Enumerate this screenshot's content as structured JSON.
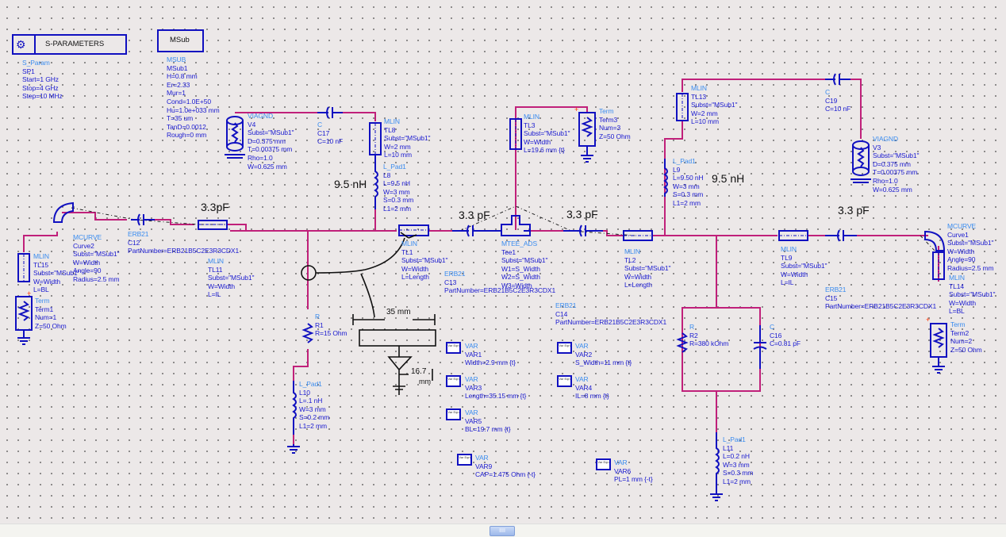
{
  "sparams": {
    "title": "S-PARAMETERS",
    "type": "S_Param",
    "name": "SP1",
    "params": [
      "Start=1 GHz",
      "Stop=4 GHz",
      "Step=10 MHz"
    ]
  },
  "msub": {
    "title": "MSub",
    "type": "MSUB",
    "name": "MSub1",
    "params": [
      "H=0.8 mm",
      "Er=2.33",
      "Mur=1",
      "Cond=1.0E+50",
      "Hu=1.0e+033 mm",
      "T=35 um",
      "TanD=0.0012",
      "Rough=0 mm"
    ]
  },
  "components": {
    "v4": {
      "type": "VIAGND",
      "name": "V4",
      "params": [
        "Subst=\"MSub1\"",
        "D=0.375 mm",
        "T=0.00375 mm",
        "Rho=1.0",
        "W=0.625 mm"
      ]
    },
    "c17": {
      "type": "C",
      "name": "C17",
      "params": [
        "C=10 nF"
      ]
    },
    "tl8": {
      "type": "MLIN",
      "name": "TL8",
      "params": [
        "Subst=\"MSub1\"",
        "W=2 mm",
        "L=10 mm"
      ]
    },
    "l8": {
      "type": "L_Pad1",
      "name": "L8",
      "params": [
        "L=9.5 nH",
        "W=3 mm",
        "S=0.3 mm",
        "L1=2 mm"
      ]
    },
    "tl3": {
      "type": "MLIN",
      "name": "TL3",
      "params": [
        "Subst=\"MSub1\"",
        "W=Width",
        "L=19.6 mm {t}"
      ]
    },
    "term3": {
      "type": "Term",
      "name": "Term3",
      "params": [
        "Num=3",
        "Z=50 Ohm"
      ]
    },
    "tl13": {
      "type": "MLIN",
      "name": "TL13",
      "params": [
        "Subst=\"MSub1\"",
        "W=2 mm",
        "L=10 mm"
      ]
    },
    "c19": {
      "type": "C",
      "name": "C19",
      "params": [
        "C=10 nF"
      ]
    },
    "l9": {
      "type": "L_Pad1",
      "name": "L9",
      "params": [
        "L=9.50 nH",
        "W=3 mm",
        "S=0.3 mm",
        "L1=2 mm"
      ]
    },
    "v3": {
      "type": "VIAGND",
      "name": "V3",
      "params": [
        "Subst=\"MSub1\"",
        "D=0.375 mm",
        "T=0.00375 mm",
        "Rho=1.0",
        "W=0.625 mm"
      ]
    },
    "curve2": {
      "type": "MCURVE",
      "name": "Curve2",
      "params": [
        "Subst=\"MSub1\"",
        "W=Width",
        "Angle=90",
        "Radius=2.5 mm"
      ]
    },
    "tl15": {
      "type": "MLIN",
      "name": "TL15",
      "params": [
        "Subst=\"MSub1\"",
        "W=Width",
        "L=BL"
      ]
    },
    "term1": {
      "type": "Term",
      "name": "Term1",
      "params": [
        "Num=1",
        "Z=50 Ohm"
      ]
    },
    "c12": {
      "type": "ERB21",
      "name": "C12",
      "params": [
        "PartNumber=ERB21B5C2E3R3CDX1"
      ]
    },
    "tl11": {
      "type": "MLIN",
      "name": "TL11",
      "params": [
        "Subst=\"MSub1\"",
        "W=Width",
        "L=IL"
      ]
    },
    "tl1": {
      "type": "MLIN",
      "name": "TL1",
      "params": [
        "Subst=\"MSub1\"",
        "W=Width",
        "L=Length"
      ]
    },
    "c13": {
      "type": "ERB21",
      "name": "C13",
      "params": [
        "PartNumber=ERB21B5C2E3R3CDX1"
      ]
    },
    "tee1": {
      "type": "MTEE_ADS",
      "name": "Tee1",
      "params": [
        "Subst=\"MSub1\"",
        "W1=S_Width",
        "W2=S_Width",
        "W3=Width"
      ]
    },
    "c14": {
      "type": "ERB21",
      "name": "C14",
      "params": [
        "PartNumber=ERB21B5C2E3R3CDX1"
      ]
    },
    "tl2": {
      "type": "MLIN",
      "name": "TL2",
      "params": [
        "Subst=\"MSub1\"",
        "W=Width",
        "L=Length"
      ]
    },
    "tl9": {
      "type": "MLIN",
      "name": "TL9",
      "params": [
        "Subst=\"MSub1\"",
        "W=Width",
        "L=IL"
      ]
    },
    "c15": {
      "type": "ERB21",
      "name": "C15",
      "params": [
        "PartNumber=ERB21B5C2E3R3CDX1"
      ]
    },
    "curve1": {
      "type": "MCURVE",
      "name": "Curve1",
      "params": [
        "Subst=\"MSub1\"",
        "W=Width",
        "Angle=90",
        "Radius=2.5 mm"
      ]
    },
    "tl14": {
      "type": "MLIN",
      "name": "TL14",
      "params": [
        "Subst=\"MSub1\"",
        "W=Width",
        "L=BL"
      ]
    },
    "term2": {
      "type": "Term",
      "name": "Term2",
      "params": [
        "Num=2",
        "Z=50 Ohm"
      ]
    },
    "r1": {
      "type": "R",
      "name": "R1",
      "params": [
        "R=15 Ohm"
      ]
    },
    "l10": {
      "type": "L_Pad1",
      "name": "L10",
      "params": [
        "L=.1 nH",
        "W=3 mm",
        "S=0.2 mm",
        "L1=2 mm"
      ]
    },
    "r2": {
      "type": "R",
      "name": "R2",
      "params": [
        "R=380 kOhm"
      ]
    },
    "c16": {
      "type": "C",
      "name": "C16",
      "params": [
        "C=0.81 pF"
      ]
    },
    "l11": {
      "type": "L_Pad1",
      "name": "L11",
      "params": [
        "L=0.2 nH",
        "W=3 mm",
        "S=0.3 mm",
        "L1=2 mm"
      ]
    }
  },
  "vars": [
    {
      "type": "VAR",
      "name": "VAR1",
      "expr": "Width=2.9 mm {t}"
    },
    {
      "type": "VAR",
      "name": "VAR2",
      "expr": "S_Width=11 mm {t}"
    },
    {
      "type": "VAR",
      "name": "VAR3",
      "expr": "Length=35.15 mm {t}"
    },
    {
      "type": "VAR",
      "name": "VAR4",
      "expr": "IL=8 mm {t}"
    },
    {
      "type": "VAR",
      "name": "VAR5",
      "expr": "BL=19.7 mm {t}"
    },
    {
      "type": "VAR",
      "name": "VAR9",
      "expr": "CAP=1.475 Ohm {-t}"
    },
    {
      "type": "VAR",
      "name": "VAR6",
      "expr": "PL=1 mm {-t}"
    }
  ],
  "var_icon_text": "Var Eqn",
  "annotations": {
    "l8_value": "9.5 nH",
    "l9_value": "9.5 nH",
    "c12_value": "3.3pF",
    "c13_value": "3.3 pF",
    "c14_value": "3.3 pF",
    "c15_value": "3.3 pF",
    "sketch_width": "35 mm",
    "sketch_height": "16.7",
    "sketch_height_unit": "mm"
  },
  "scrollbar": {
    "thumb_grip": "IIII"
  },
  "colors": {
    "wire": "#c0207a",
    "component": "#1010c0",
    "label_type": "#3a8cf0",
    "label_text": "#1a1ad0",
    "background": "#ece8e8"
  }
}
